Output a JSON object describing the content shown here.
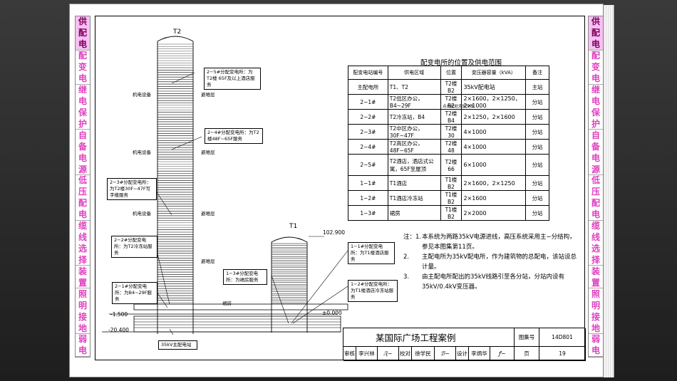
{
  "side_tabs": [
    {
      "text": "供配电",
      "active": true
    },
    {
      "text": "配变电",
      "active": false
    },
    {
      "text": "继电保护",
      "active": false
    },
    {
      "text": "自备电源",
      "active": false
    },
    {
      "text": "低压配电",
      "active": false
    },
    {
      "text": "缆线选择",
      "active": false
    },
    {
      "text": "装置",
      "active": false
    },
    {
      "text": "照明接地",
      "active": false
    },
    {
      "text": "弱电",
      "active": false
    }
  ],
  "towers": {
    "t2_label": "T2",
    "t1_label": "T1",
    "mech_floor": "机电设备",
    "refuge_floor": "避难层",
    "podium": "裙房",
    "elev_t1_top": "102.900",
    "elev_minus_1500": "-1.500",
    "elev_zero": "±0.000",
    "elev_minus_20400": "-20.400"
  },
  "callouts": {
    "c25": "2−5#分配变电所：为T2楼 65F及以上酒店服务",
    "c24": "2−4#分配变电所：为T2楼48F~65F服务",
    "c23": "2−3#分配变电所：为T2楼30F~47F写字楼服务",
    "c22": "2−2#分配变电所：为T2冷冻站服务",
    "c21": "2−1#分配变电所：为B4~29F服务",
    "main": "35kV主配电站",
    "c11": "1−1#分配变电所：为T1楼酒店服务",
    "c13": "1−3#分配变电所：为裙房服务",
    "c12": "1−2#分配变电所：为T1楼酒店冷冻站服务"
  },
  "table": {
    "title": "配变电所的位置及供电范围",
    "headers": [
      "配变电站编号",
      "供电区域",
      "位置",
      "变压器容量（kVA）",
      "备注"
    ],
    "rows": [
      [
        "主配电所",
        "T1、T2",
        "T2楼B2",
        "35kV配电站",
        "主站"
      ],
      [
        "2−1#",
        "T2低区办公，B4~29F",
        "T2楼B2",
        "2×1600，2×1250，2×1000",
        "分站"
      ],
      [
        "2−2#",
        "T2冷冻站，B4",
        "T2楼B4",
        "2×1250，2×1600",
        "分站"
      ],
      [
        "2−3#",
        "T2中区办公，30F~47F",
        "T2楼30",
        "4×1000",
        "分站"
      ],
      [
        "2−4#",
        "T2高区办公，48F~65F",
        "T2楼48",
        "4×1000",
        "分站"
      ],
      [
        "2−5#",
        "T2酒店，酒店式公寓，65F至屋顶",
        "T2楼66",
        "6×1000",
        "分站"
      ],
      [
        "1−1#",
        "T1酒店",
        "T1楼B2",
        "2×1600，2×1250",
        "分站"
      ],
      [
        "1−2#",
        "T1酒店冷冻站",
        "T1楼B2",
        "2×1600",
        "分站"
      ],
      [
        "1−3#",
        "裙房",
        "T1楼B2",
        "2×2000",
        "分站"
      ]
    ],
    "overlay_note": "点击此处添加文本"
  },
  "notes": {
    "prefix": "注：",
    "items": [
      {
        "num": "1.",
        "text": "本系统为两路35kV电源进线，高压系统采用主−分结构，参见本图集第11页。"
      },
      {
        "num": "2.",
        "text": "主配电所为35kV配电所，作为建筑物的总配电，该站设总计量。"
      },
      {
        "num": "3.",
        "text": "由主配电所配出的35kV线路引至各分站，分站内设有35kV/0.4kV变压器。"
      }
    ]
  },
  "title_block": {
    "project": "某国际广场工程案例",
    "atlas_label": "图集号",
    "atlas_no": "14D801",
    "review_label": "审核",
    "review_name": "李兴林",
    "check_label": "校对",
    "check_name": "徐学民",
    "design_label": "设计",
    "design_name": "李炳华",
    "page_label": "页",
    "page_no": "19"
  }
}
